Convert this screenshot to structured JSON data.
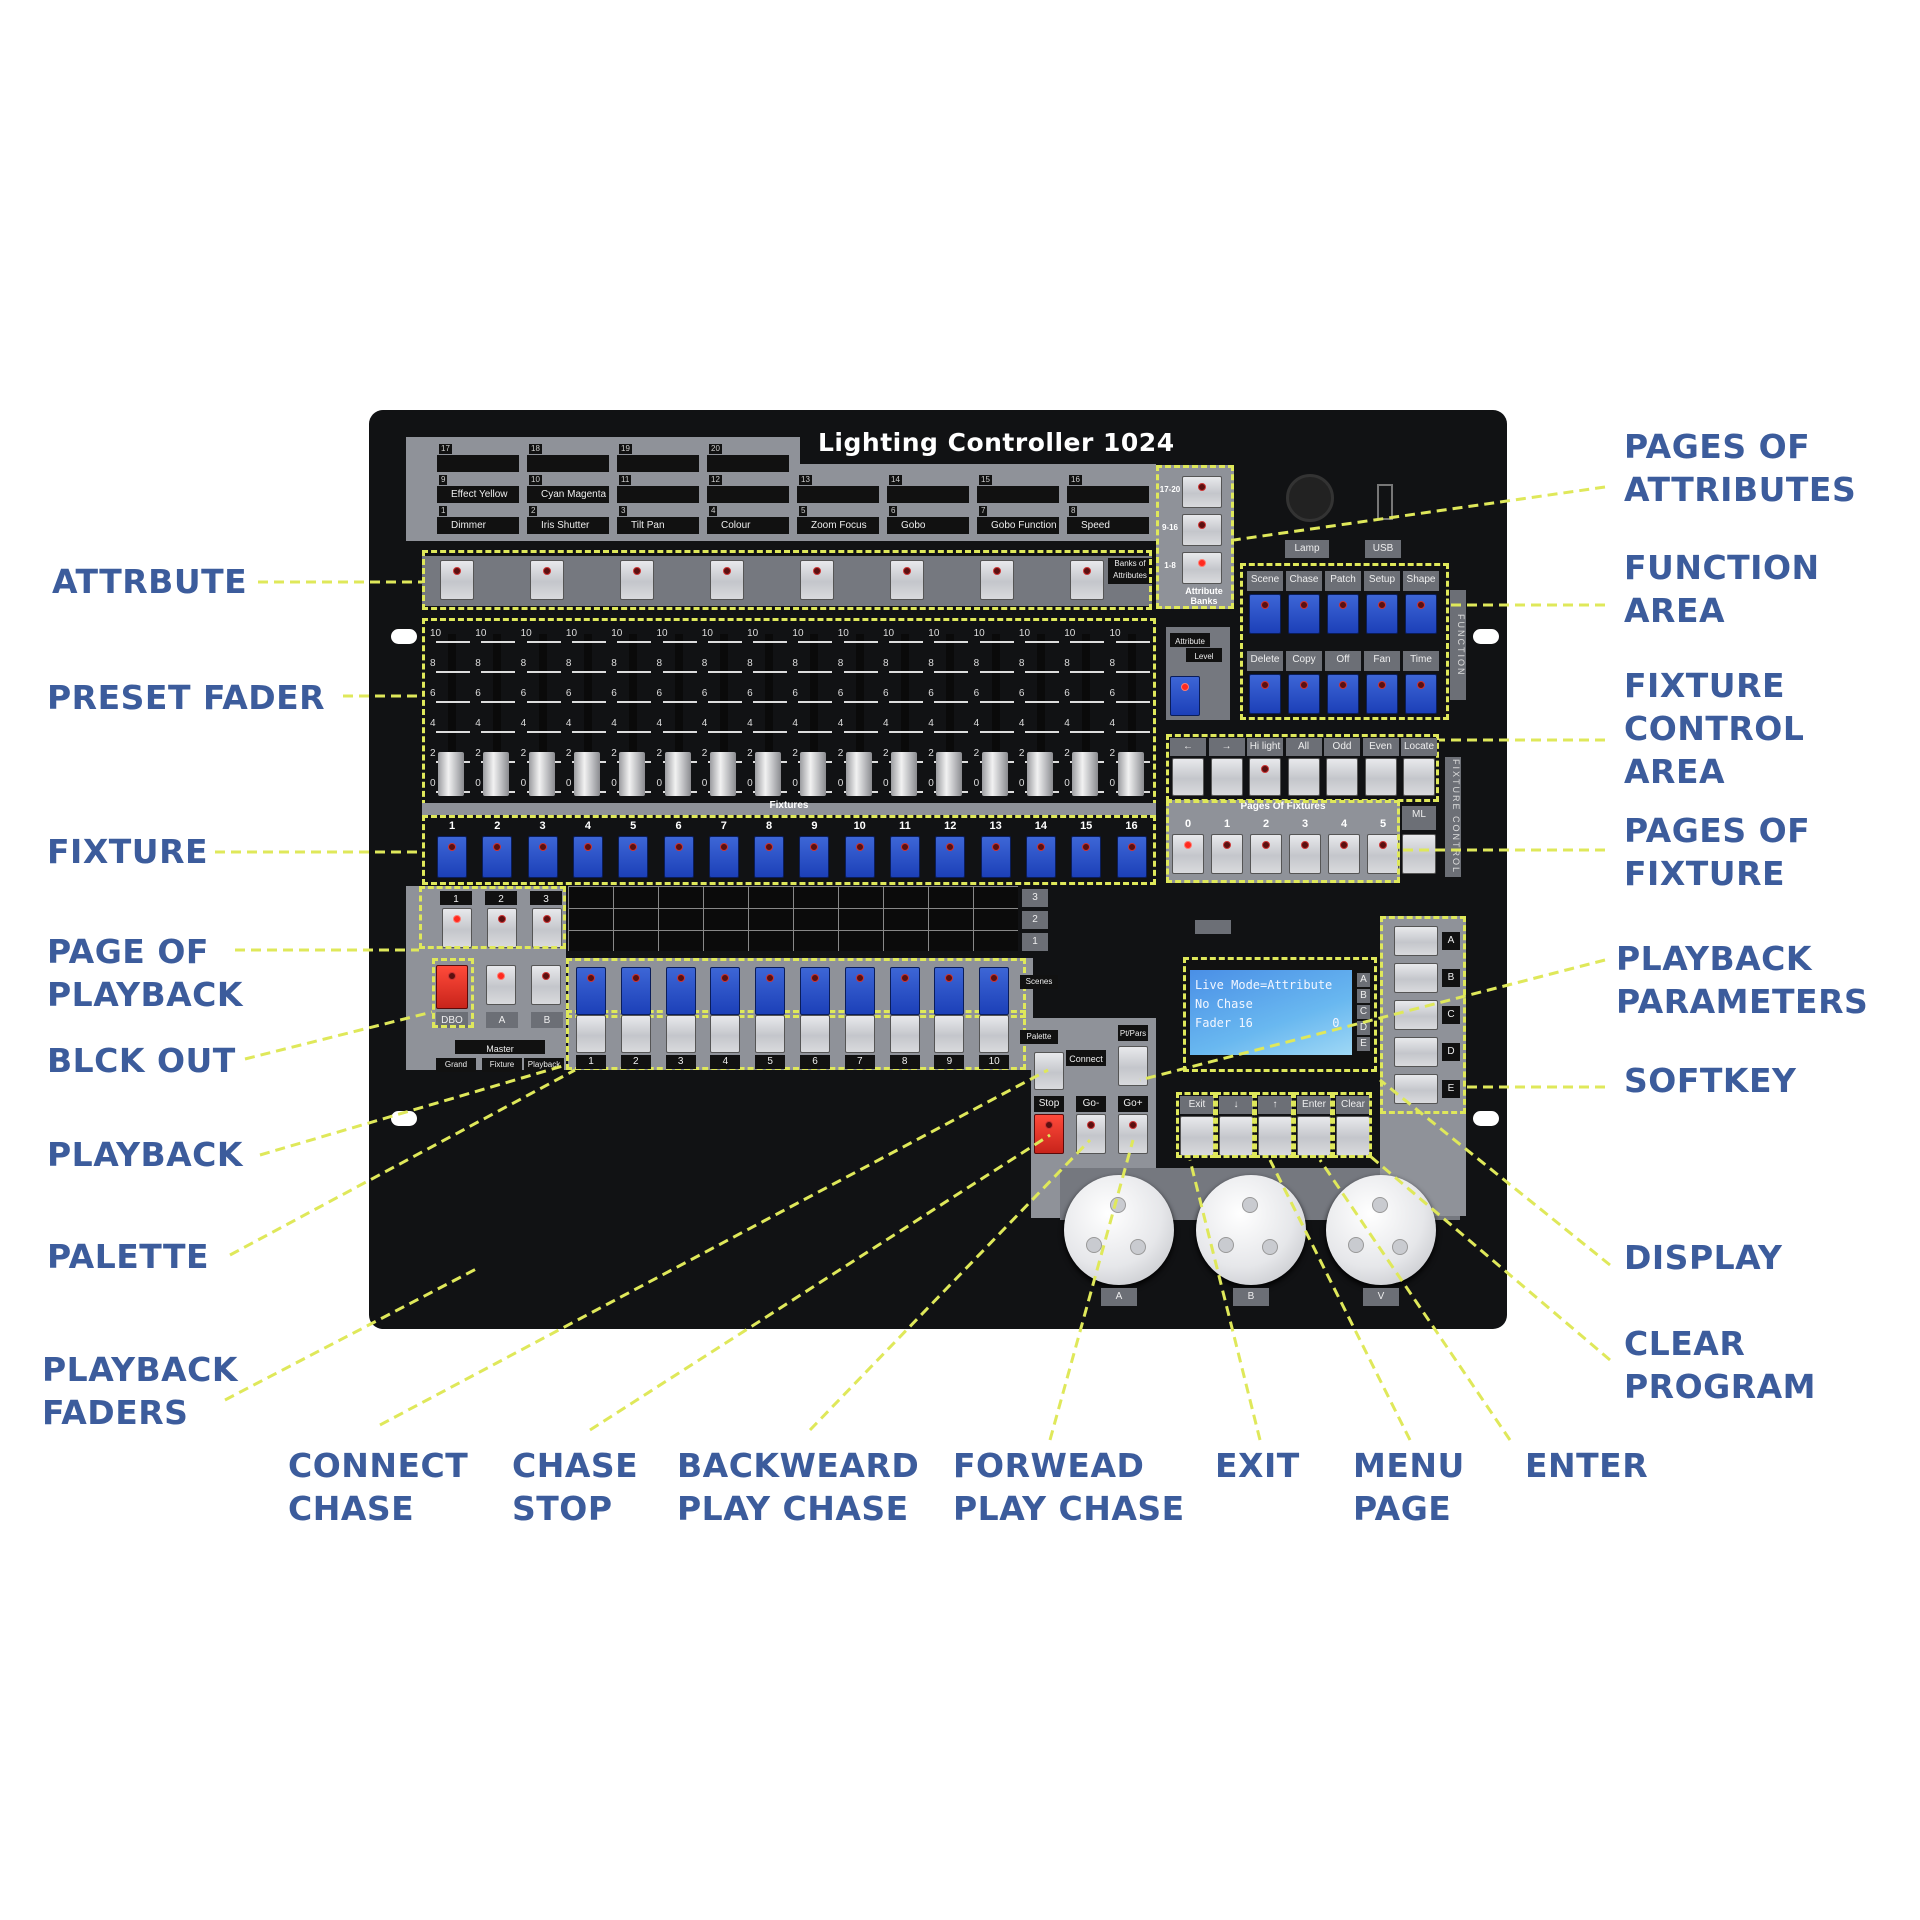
{
  "console_title": "Lighting Controller 1024",
  "callouts": {
    "left": [
      "ATTRBUTE",
      "PRESET FADER",
      "FIXTURE",
      "PAGE OF\nPLAYBACK",
      "BLCK OUT",
      "PLAYBACK",
      "PALETTE",
      "PLAYBACK\nFADERS"
    ],
    "right": [
      "PAGES OF\nATTRIBUTES",
      "FUNCTION\nAREA",
      "FIXTURE\nCONTROL\nAREA",
      "PAGES OF\nFIXTURE",
      "PLAYBACK\nPARAMETERS",
      "SOFTKEY",
      "DISPLAY",
      "CLEAR\nPROGRAM"
    ],
    "bottom": [
      "CONNECT\nCHASE",
      "CHASE\nSTOP",
      "BACKWEARD\nPLAY CHASE",
      "FORWEAD\nPLAY CHASE",
      "EXIT",
      "MENU\nPAGE",
      "ENTER"
    ]
  },
  "attribute_slots": {
    "row1": [
      {
        "n": "17",
        "label": ""
      },
      {
        "n": "18",
        "label": ""
      },
      {
        "n": "19",
        "label": ""
      },
      {
        "n": "20",
        "label": ""
      }
    ],
    "row2": [
      {
        "n": "9",
        "label": "Effect   Yellow"
      },
      {
        "n": "10",
        "label": "Cyan   Magenta"
      },
      {
        "n": "11",
        "label": ""
      },
      {
        "n": "12",
        "label": ""
      },
      {
        "n": "13",
        "label": ""
      },
      {
        "n": "14",
        "label": ""
      },
      {
        "n": "15",
        "label": ""
      },
      {
        "n": "16",
        "label": ""
      }
    ],
    "row3": [
      {
        "n": "1",
        "label": "Dimmer"
      },
      {
        "n": "2",
        "label": "Iris   Shutter"
      },
      {
        "n": "3",
        "label": "Tilt   Pan"
      },
      {
        "n": "4",
        "label": "Colour"
      },
      {
        "n": "5",
        "label": "Zoom   Focus"
      },
      {
        "n": "6",
        "label": "Gobo"
      },
      {
        "n": "7",
        "label": "Gobo Function"
      },
      {
        "n": "8",
        "label": "Speed"
      }
    ]
  },
  "banks_of_attributes_label": "Banks of Attributes",
  "attribute_banks": {
    "labels": [
      "17-20",
      "9-16",
      "1-8"
    ],
    "caption": "Attribute Banks"
  },
  "connectors": {
    "lamp": "Lamp",
    "usb": "USB"
  },
  "function_area": {
    "row1": [
      "Scene",
      "Chase",
      "Patch",
      "Setup",
      "Shape"
    ],
    "row2": [
      "Delete",
      "Copy",
      "Off",
      "Fan",
      "Time"
    ],
    "side_label": "FUNCTION"
  },
  "attribute_level": {
    "attribute": "Attribute",
    "level": "Level"
  },
  "fixture_control": {
    "keys": [
      "←",
      "→",
      "Hi light",
      "All",
      "Odd",
      "Even",
      "Locate"
    ],
    "side_label": "FIXTURE CONTROL"
  },
  "pages_of_fixtures": {
    "title": "Pages Of Fixtures",
    "pages": [
      "0",
      "1",
      "2",
      "3",
      "4",
      "5"
    ],
    "ml": "ML"
  },
  "fader_scale": [
    "10",
    "8",
    "6",
    "4",
    "2",
    "0"
  ],
  "fixtures": {
    "label": "Fixtures",
    "numbers": [
      "1",
      "2",
      "3",
      "4",
      "5",
      "6",
      "7",
      "8",
      "9",
      "10",
      "11",
      "12",
      "13",
      "14",
      "15",
      "16"
    ]
  },
  "playback_pages": [
    "1",
    "2",
    "3"
  ],
  "scene_pages": [
    "3",
    "2",
    "1"
  ],
  "playback_keys": {
    "dbo": "DBO",
    "a": "A",
    "b": "B",
    "master": "Master",
    "grand": "Grand",
    "fixture": "Fixture",
    "playback": "Playback"
  },
  "scenes_label": "Scenes",
  "palette_label": "Palette",
  "playback_numbers": [
    "1",
    "2",
    "3",
    "4",
    "5",
    "6",
    "7",
    "8",
    "9",
    "10"
  ],
  "playback_bar_label": "Playback",
  "chase": {
    "connect": "Connect",
    "pt": "Pt/Pars",
    "stop": "Stop",
    "go_minus": "Go-",
    "go_plus": "Go+"
  },
  "display": {
    "lines": [
      "Live Mode=Attribute",
      "No Chase",
      "Fader 16           0"
    ],
    "side": [
      "A",
      "B",
      "C",
      "D",
      "E"
    ]
  },
  "softkeys": [
    "A",
    "B",
    "C",
    "D",
    "E"
  ],
  "menu_keys": [
    "Exit",
    "↓",
    "↑",
    "Enter",
    "Clear"
  ],
  "wheels": [
    "A",
    "B",
    "V"
  ]
}
